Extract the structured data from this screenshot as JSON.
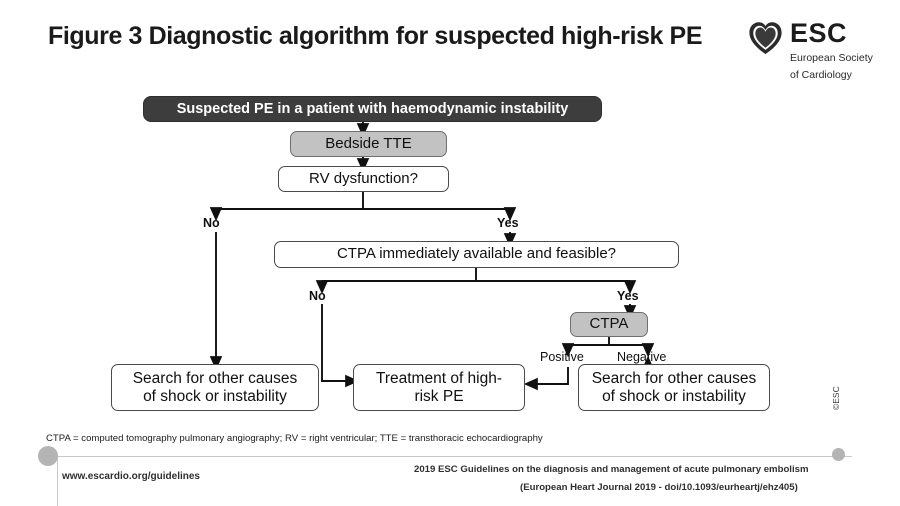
{
  "figure": {
    "title": "Figure 3 Diagnostic algorithm for suspected high-risk PE"
  },
  "logo": {
    "name": "ESC",
    "line1": "European Society",
    "line2": "of Cardiology",
    "heart_icon": "heart-icon"
  },
  "flow": {
    "start": "Suspected PE in a patient with haemodynamic instability",
    "test1": "Bedside TTE",
    "decision1": "RV dysfunction?",
    "decision2": "CTPA immediately available and feasible?",
    "test2": "CTPA",
    "outcome_left": "Search for other causes\nof shock or instability",
    "outcome_left_l1": "Search for other causes",
    "outcome_left_l2": "of shock or instability",
    "outcome_mid_l1": "Treatment of high-",
    "outcome_mid_l2": "risk PE",
    "outcome_right_l1": "Search for other causes",
    "outcome_right_l2": "of shock or instability"
  },
  "labels": {
    "no1": "No",
    "yes1": "Yes",
    "no2": "No",
    "yes2": "Yes",
    "positive": "Positive",
    "negative": "Negative"
  },
  "legend": {
    "text": "CTPA = computed tomography pulmonary angiography; RV = right ventricular; TTE = transthoracic echocardiography"
  },
  "footer": {
    "url": "www.escardio.org/guidelines",
    "citation_line1": "2019 ESC Guidelines on the diagnosis and management of acute pulmonary embolism",
    "citation_line2": "(European Heart Journal 2019 - doi/10.1093/eurheartj/ehz405)",
    "copyright": "©ESC"
  },
  "colors": {
    "dark_box": "#3d3d3d",
    "grey_box": "#c2c2c2",
    "border": "#4a4a4a",
    "accent_dot": "#b4b4b4"
  }
}
